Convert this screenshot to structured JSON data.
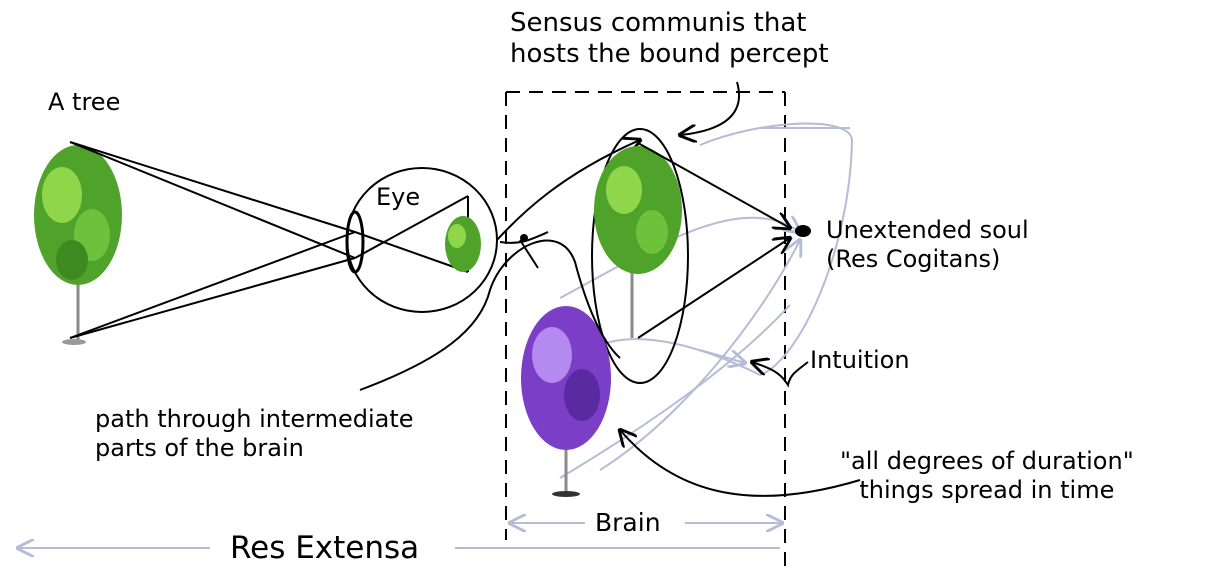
{
  "labels": {
    "sensus_line1": "Sensus communis that",
    "sensus_line2": "hosts the bound percept",
    "tree": "A tree",
    "eye": "Eye",
    "soul_line1": "Unextended soul",
    "soul_line2": "(Res Cogitans)",
    "intuition": "Intuition",
    "path_line1": "path through intermediate",
    "path_line2": "parts of the brain",
    "duration_line1": "\"all degrees of duration\"",
    "duration_line2": "things spread in time",
    "brain": "Brain",
    "res_extensa": "Res Extensa"
  },
  "colors": {
    "ink": "#000000",
    "faint_ink": "#b4bcd6",
    "leaf_green": "#4fa32a",
    "leaf_light": "#8fd64a",
    "leaf_purple": "#7a3fc6",
    "leaf_purple_light": "#b48af0",
    "trunk": "#8a8a8a"
  },
  "icons": [
    "tree-icon-green",
    "tree-icon-small-green",
    "tree-icon-green-percept",
    "tree-icon-purple",
    "soul-dot-icon"
  ]
}
